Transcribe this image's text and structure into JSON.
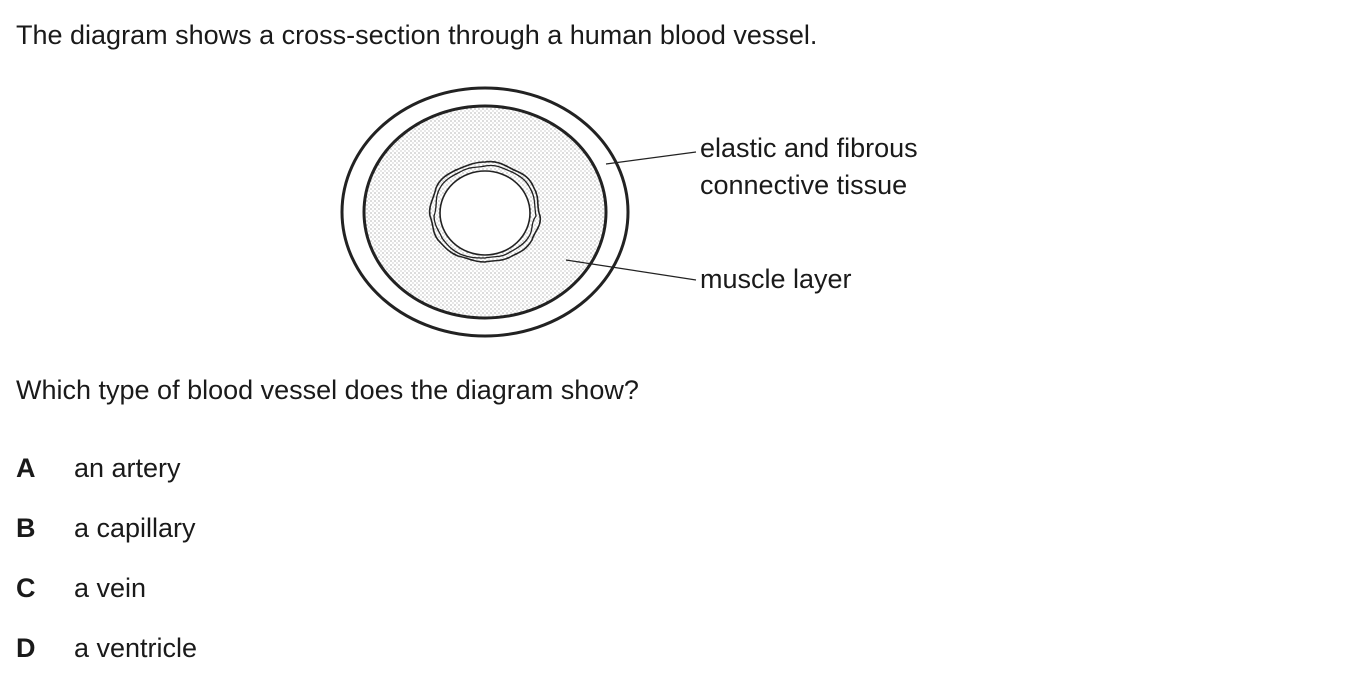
{
  "question": {
    "intro": "The diagram shows a cross-section through a human blood vessel.",
    "prompt": "Which type of blood vessel does the diagram show?"
  },
  "diagram": {
    "labels": {
      "elastic_line1": "elastic and fibrous",
      "elastic_line2": "connective tissue",
      "muscle": "muscle layer"
    }
  },
  "options": [
    {
      "letter": "A",
      "text": "an artery"
    },
    {
      "letter": "B",
      "text": "a capillary"
    },
    {
      "letter": "C",
      "text": "a vein"
    },
    {
      "letter": "D",
      "text": "a ventricle"
    }
  ]
}
